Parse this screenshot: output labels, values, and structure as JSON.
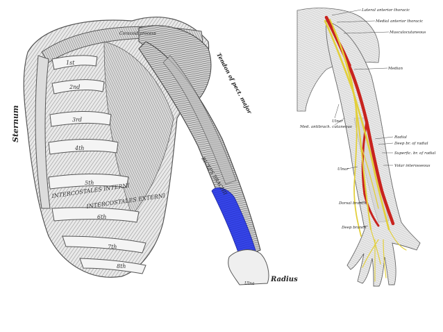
{
  "left_figure": {
    "sternum": "Sternum",
    "coracoid": "Coracoid process",
    "tendon": "Tendon of pect. major",
    "biceps": "BICEPS BRACHII",
    "ribs": [
      "1st",
      "2nd",
      "3rd",
      "4th",
      "5th",
      "6th",
      "7th",
      "8th"
    ],
    "intercostals_int": "INTERCOSTALES INTERNI",
    "intercostals_ext": "INTERCOSTALES EXTERNI",
    "radius": "Radius",
    "ulna": "Ulna",
    "highlight_color": "#2f3fe0"
  },
  "right_figure": {
    "labels": {
      "lateral_anterior_thoracic": "Lateral anterior thoracic",
      "medial_anterior_thoracic": "Medial anterior thoracic",
      "musculocutaneous": "Musculocutaneous",
      "median": "Median",
      "ulnar_upper": "Ulnar",
      "med_antibrach_cutaneous": "Med. antibrach. cutaneous",
      "radial": "Radial",
      "deep_br_radial": "Deep br. of radial",
      "superf_br_radial": "Superfic. br. of radial",
      "volar_interosseous": "Volar interosseous",
      "ulnar_lower": "Ulnar",
      "dorsal_branch": "Dorsal branch",
      "deep_branch": "Deep branch"
    },
    "artery_color": "#c8231e",
    "nerve_color": "#e2cf3a"
  }
}
